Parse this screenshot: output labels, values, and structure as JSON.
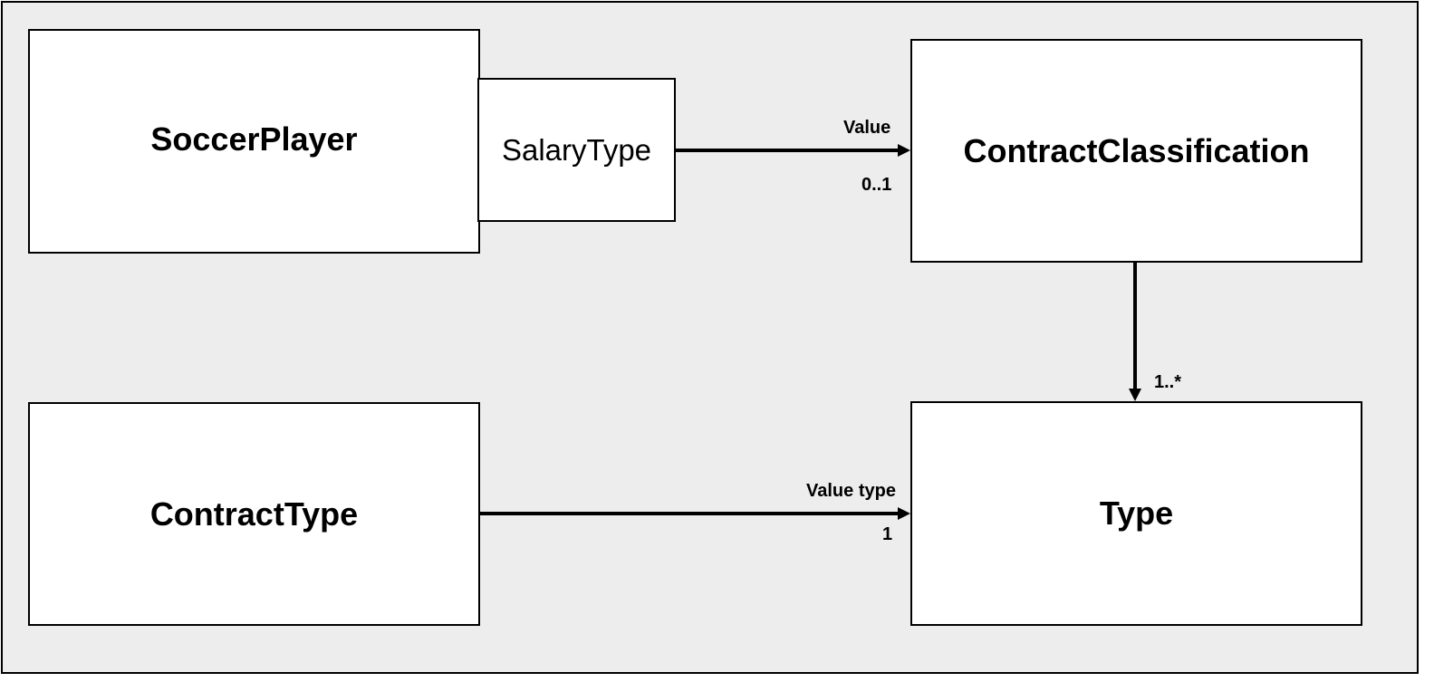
{
  "diagram": {
    "nodes": {
      "soccer_player": "SoccerPlayer",
      "salary_type": "SalaryType",
      "contract_classification": "ContractClassification",
      "contract_type": "ContractType",
      "type": "Type"
    },
    "edges": {
      "salary_to_classification": {
        "role": "Value",
        "multiplicity": "0..1"
      },
      "classification_to_type": {
        "multiplicity": "1..*"
      },
      "contract_type_to_type": {
        "role": "Value type",
        "multiplicity": "1"
      }
    }
  }
}
